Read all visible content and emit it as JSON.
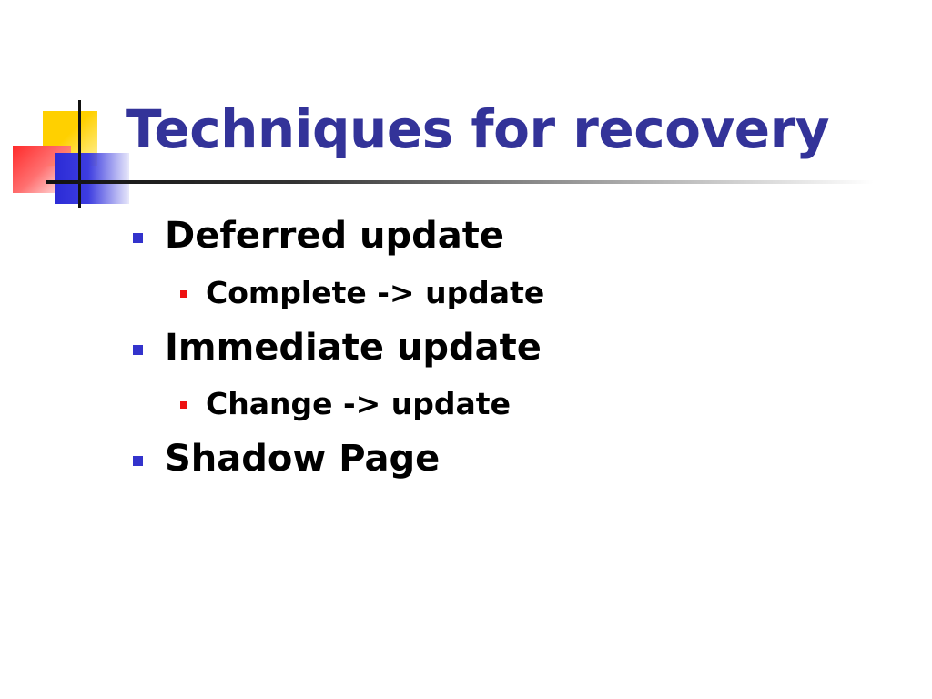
{
  "slide": {
    "title": "Techniques for recovery",
    "items": [
      {
        "level": 1,
        "text": "Deferred update"
      },
      {
        "level": 2,
        "text": "Complete -> update"
      },
      {
        "level": 1,
        "text": "Immediate update"
      },
      {
        "level": 2,
        "text": "Change -> update"
      },
      {
        "level": 1,
        "text": "Shadow Page"
      }
    ]
  },
  "colors": {
    "title": "#333399",
    "bullet_level_1": "#3333cc",
    "bullet_level_2": "#ee1111",
    "logo_yellow": "#ffd000",
    "logo_red": "#ff2a2a",
    "logo_blue": "#2b2bd6"
  }
}
